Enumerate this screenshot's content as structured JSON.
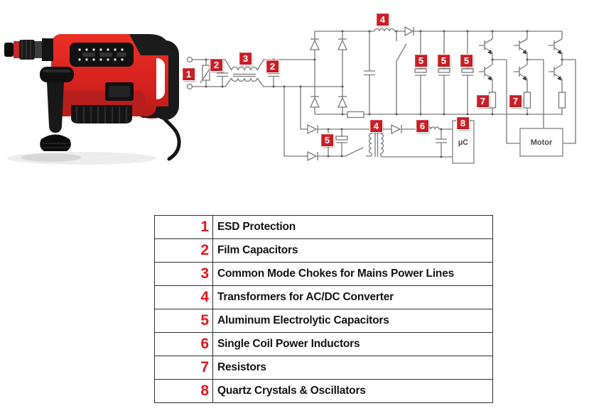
{
  "product_image": {
    "name": "rotary-hammer-drill-photo"
  },
  "diagram": {
    "type": "circuit-schematic",
    "box_labels": {
      "motor": "Motor",
      "microcontroller": "µC"
    },
    "badges": [
      {
        "n": "1",
        "ref": "esd-protection-varistor"
      },
      {
        "n": "2",
        "ref": "film-capacitor-left"
      },
      {
        "n": "3",
        "ref": "common-mode-choke"
      },
      {
        "n": "2",
        "ref": "film-capacitor-right"
      },
      {
        "n": "4",
        "ref": "boost-inductor-top"
      },
      {
        "n": "5",
        "ref": "electrolytic-capacitor-1"
      },
      {
        "n": "5",
        "ref": "electrolytic-capacitor-2"
      },
      {
        "n": "5",
        "ref": "electrolytic-capacitor-3"
      },
      {
        "n": "7",
        "ref": "resistor-1"
      },
      {
        "n": "7",
        "ref": "resistor-2"
      },
      {
        "n": "5",
        "ref": "electrolytic-capacitor-aux"
      },
      {
        "n": "4",
        "ref": "transformer-acdc"
      },
      {
        "n": "6",
        "ref": "single-coil-power-inductor"
      },
      {
        "n": "8",
        "ref": "quartz-crystal-microcontroller"
      }
    ],
    "colors": {
      "badge_red": "#c92026",
      "legend_number_red": "#e2161d",
      "wire_gray": "#7a7a7a",
      "drill_red": "#d8231f"
    }
  },
  "legend": {
    "rows": [
      {
        "num": "1",
        "label": "ESD Protection"
      },
      {
        "num": "2",
        "label": "Film Capacitors"
      },
      {
        "num": "3",
        "label": "Common Mode Chokes for Mains Power Lines"
      },
      {
        "num": "4",
        "label": "Transformers for AC/DC Converter"
      },
      {
        "num": "5",
        "label": "Aluminum Electrolytic Capacitors"
      },
      {
        "num": "6",
        "label": "Single Coil Power Inductors"
      },
      {
        "num": "7",
        "label": "Resistors"
      },
      {
        "num": "8",
        "label": "Quartz Crystals & Oscillators"
      }
    ]
  }
}
